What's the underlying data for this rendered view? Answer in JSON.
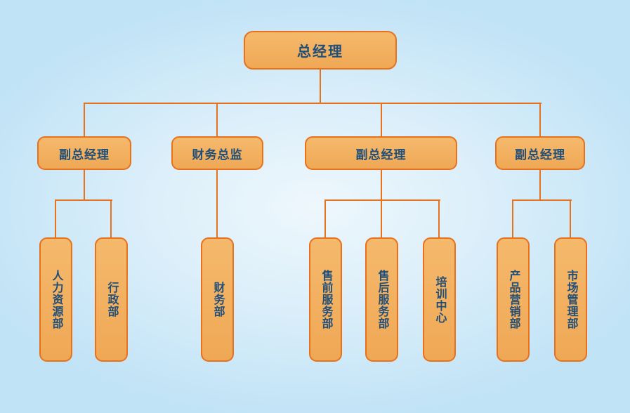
{
  "chart": {
    "type": "org-chart",
    "root": {
      "label": "总经理"
    },
    "level2": [
      {
        "label": "副总经理"
      },
      {
        "label": "财务总监"
      },
      {
        "label": "副总经理"
      },
      {
        "label": "副总经理"
      }
    ],
    "level3": {
      "group1": [
        {
          "label": "人力资源部"
        },
        {
          "label": "行政部"
        }
      ],
      "group2": [
        {
          "label": "财务部"
        }
      ],
      "group3": [
        {
          "label": "售前服务部"
        },
        {
          "label": "售后服务部"
        },
        {
          "label": "培训中心"
        }
      ],
      "group4": [
        {
          "label": "产品营销部"
        },
        {
          "label": "市场管理部"
        }
      ]
    }
  },
  "colors": {
    "background_center": "#EEF7FC",
    "background_edge": "#C0E3F6",
    "node_fill_top": "#F5B96C",
    "node_fill_bottom": "#EFA855",
    "node_border": "#E8711C",
    "node_text": "#1F4E79",
    "connector": "#E8711C"
  }
}
